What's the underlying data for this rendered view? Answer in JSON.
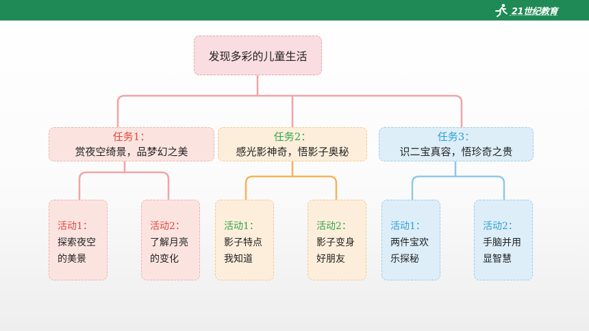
{
  "header": {
    "logo_text": "21世纪教育",
    "bar_color": "#1f8a55"
  },
  "root": {
    "label": "发现多彩的儿童生活"
  },
  "tasks": [
    {
      "title": "任务1：",
      "subtitle": "赏夜空绮景，品梦幻之美",
      "title_color": "#e0463c",
      "line_color": "#f0a3a6",
      "activities": [
        {
          "title": "活动1：",
          "lines": [
            "探索夜空",
            "的美景"
          ]
        },
        {
          "title": "活动2：",
          "lines": [
            "了解月亮",
            "的变化"
          ]
        }
      ]
    },
    {
      "title": "任务2：",
      "subtitle": "感光影神奇，悟影子奥秘",
      "title_color": "#2fa64a",
      "line_color": "#f5b357",
      "activities": [
        {
          "title": "活动1：",
          "lines": [
            "影子特点",
            "我知道"
          ]
        },
        {
          "title": "活动2：",
          "lines": [
            "影子变身",
            "好朋友"
          ]
        }
      ]
    },
    {
      "title": "任务3：",
      "subtitle": "识二宝真容，悟珍奇之贵",
      "title_color": "#2f9fd0",
      "line_color": "#8ec7ea",
      "activities": [
        {
          "title": "活动1：",
          "lines": [
            "两件宝欢",
            "乐探秘"
          ]
        },
        {
          "title": "活动2：",
          "lines": [
            "手脑并用",
            "显智慧"
          ]
        }
      ]
    }
  ],
  "colors": {
    "root_line": "#f0a3a6",
    "activity1_title": "#e0463c",
    "activity2_title": "#2fa64a",
    "activity3_title": "#2f9fd0"
  }
}
